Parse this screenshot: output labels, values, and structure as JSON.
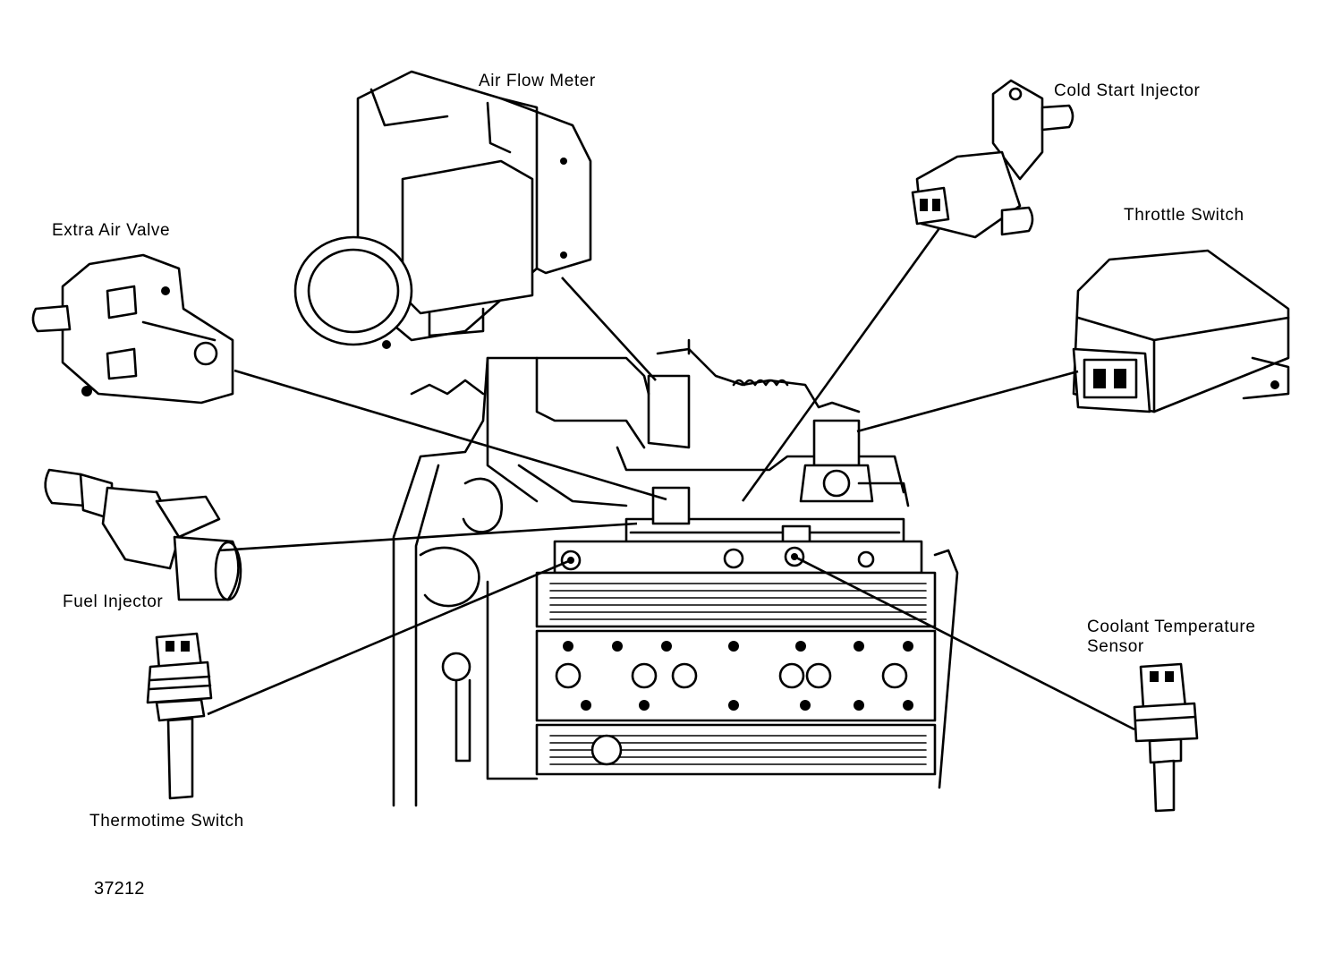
{
  "labels": {
    "air_flow_meter": "Air Flow Meter",
    "cold_start_injector": "Cold Start Injector",
    "throttle_switch": "Throttle Switch",
    "extra_air_valve": "Extra Air Valve",
    "fuel_injector": "Fuel Injector",
    "coolant_temperature_sensor_line1": "Coolant Temperature",
    "coolant_temperature_sensor_line2": "Sensor",
    "thermotime_switch": "Thermotime Switch"
  },
  "figure_number": "37212",
  "colors": {
    "ink": "#000000",
    "paper": "#ffffff"
  }
}
